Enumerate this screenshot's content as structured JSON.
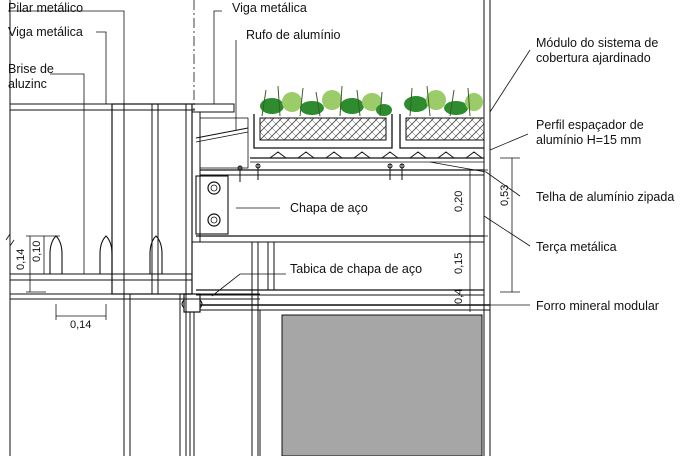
{
  "labels": {
    "pilar_metalico": "Pilar metálico",
    "viga_metalica_left": "Viga metálica",
    "brise_line1": "Brise de",
    "brise_line2": "aluzinc",
    "viga_metalica_top": "Viga metálica",
    "rufo": "Rufo de alumínio",
    "modulo_line1": "Módulo do sistema de",
    "modulo_line2": "cobertura ajardinado",
    "perfil_line1": "Perfil espaçador de",
    "perfil_line2": "alumínio H=15 mm",
    "telha": "Telha de alumínio zipada",
    "chapa": "Chapa de aço",
    "terca": "Terça metálica",
    "tabica": "Tabica de chapa de aço",
    "forro": "Forro mineral modular"
  },
  "dimensions": {
    "brise_height_total": "0,14",
    "brise_height_fin": "0,10",
    "brise_spacing": "0,14",
    "dim_020": "0,20",
    "dim_053": "0,53",
    "dim_015": "0,15",
    "dim_04": "0,4"
  },
  "colors": {
    "line": "#111111",
    "vegetation": "#2e8b2e",
    "vegetation_light": "#9ccc6a",
    "ceiling_panel": "#a6a6a6",
    "tray_hatch": "#444444"
  }
}
